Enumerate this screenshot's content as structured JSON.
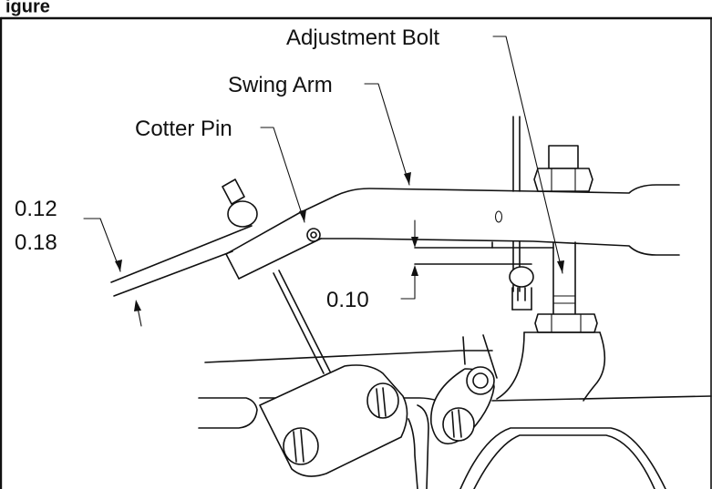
{
  "figure": {
    "title_fragment": "igure"
  },
  "callouts": {
    "adjustment_bolt": "Adjustment Bolt",
    "swing_arm": "Swing Arm",
    "cotter_pin": "Cotter Pin"
  },
  "dimensions": {
    "arm_gap_min": "0.12",
    "arm_gap_max": "0.18",
    "bolt_gap": "0.10"
  },
  "colors": {
    "line": "#111111",
    "background": "#ffffff"
  }
}
